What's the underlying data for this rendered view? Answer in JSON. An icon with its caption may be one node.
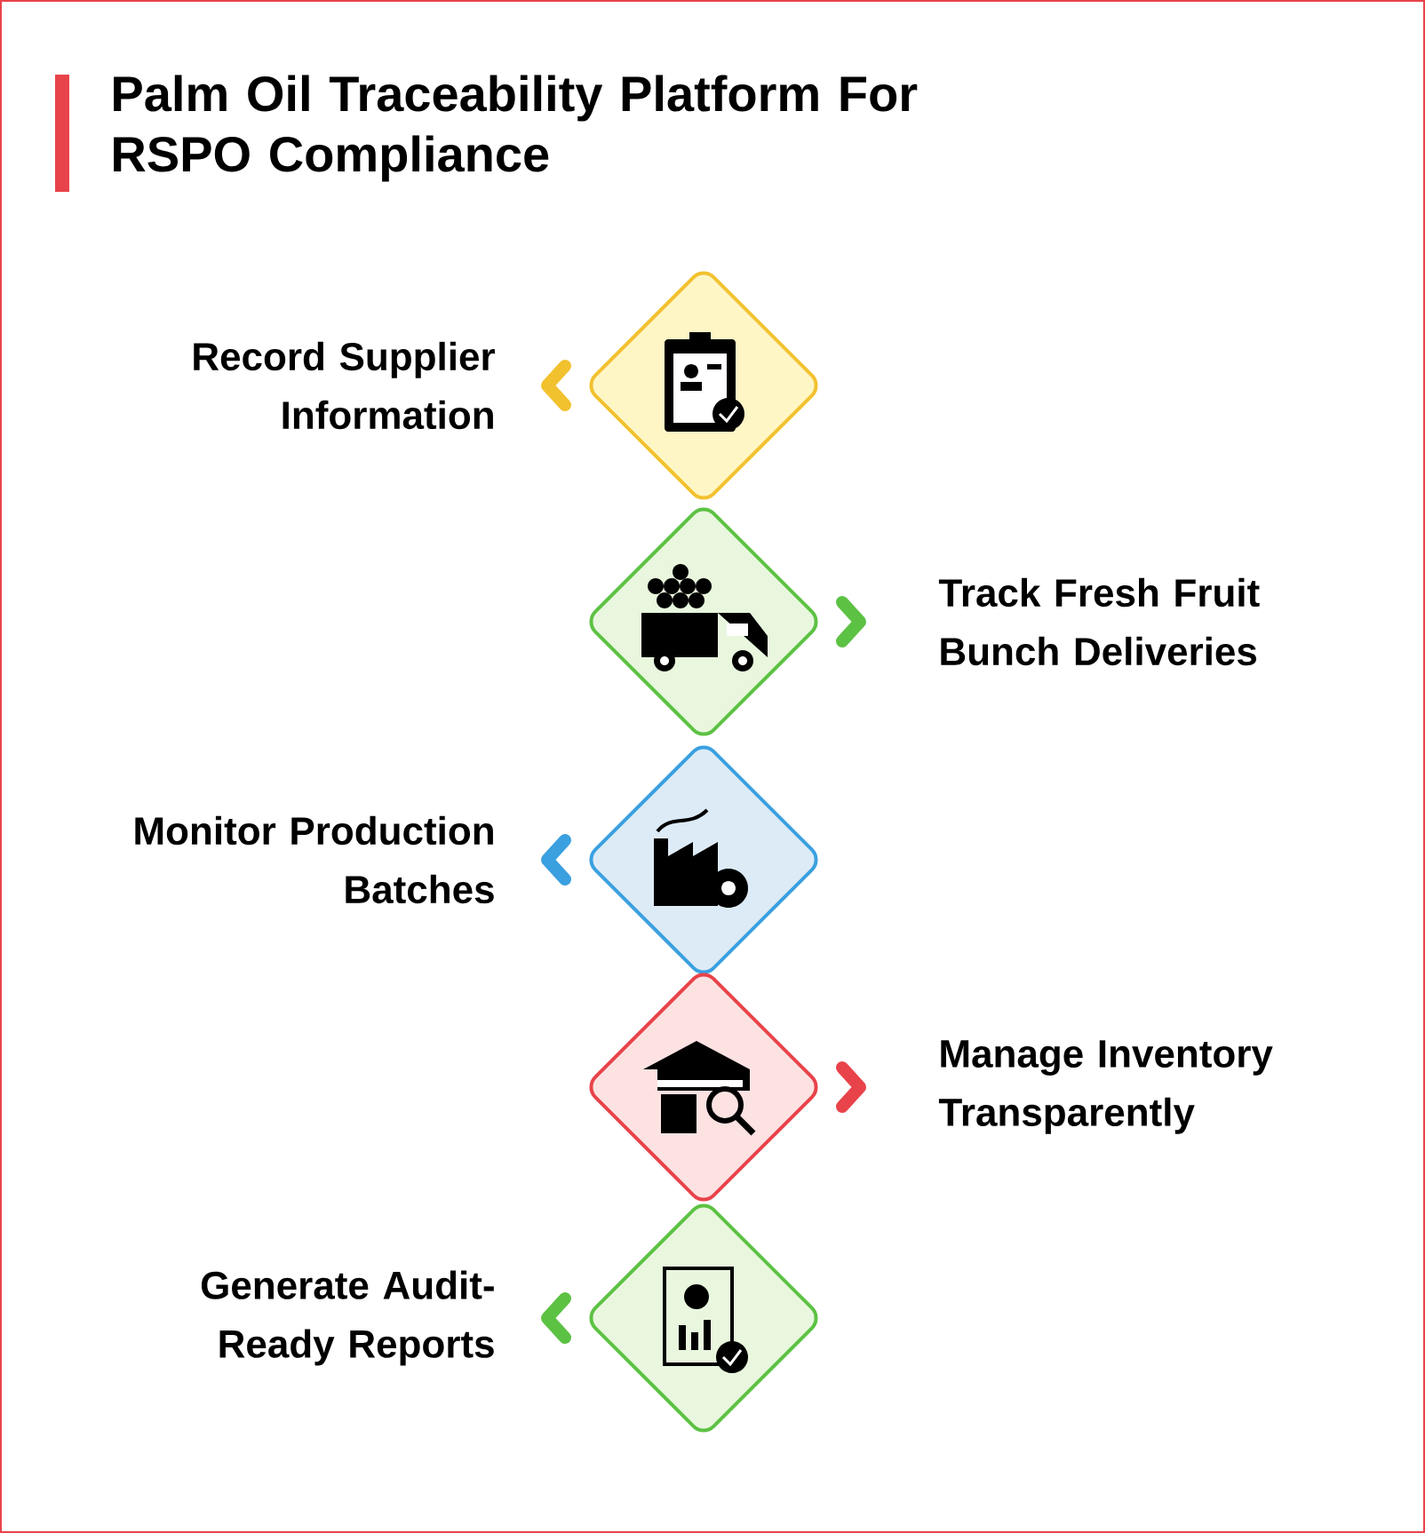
{
  "diagram": {
    "title": "Palm Oil Traceability Platform For RSPO Compliance",
    "nodes": [
      {
        "text": [],
        "shape": "diamond",
        "beside": [
          "Record Supplier Information"
        ]
      },
      {
        "text": [],
        "shape": "diamond",
        "beside": [
          "Track Fresh Fruit Bunch Deliveries"
        ]
      },
      {
        "text": [],
        "shape": "diamond",
        "beside": [
          "Monitor Production Batches"
        ]
      },
      {
        "text": [],
        "shape": "diamond",
        "beside": [
          "Manage Inventory Transparently"
        ]
      },
      {
        "text": [],
        "shape": "diamond",
        "beside": [
          "Generate Audit-Ready Reports"
        ]
      }
    ],
    "edges": []
  }
}
